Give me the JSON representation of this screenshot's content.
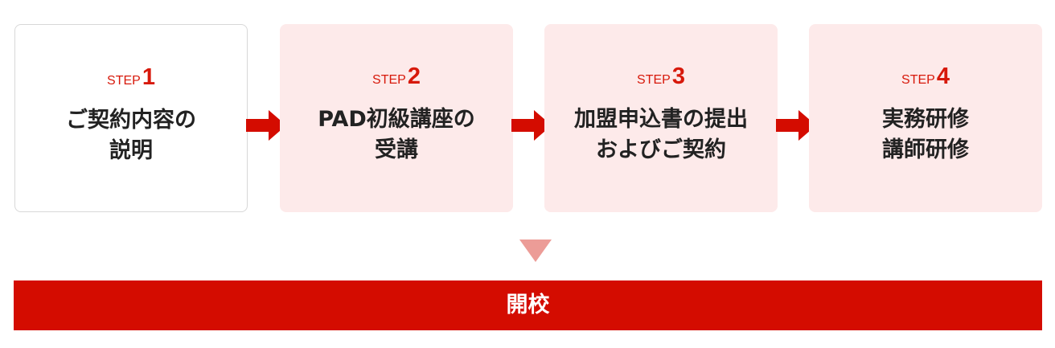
{
  "steps": [
    {
      "step_label": "STEP",
      "number": "1",
      "title_lines": [
        "ご契約内容の",
        "説明"
      ]
    },
    {
      "step_label": "STEP",
      "number": "2",
      "title_lines": [
        "PAD初級講座の",
        "受講"
      ]
    },
    {
      "step_label": "STEP",
      "number": "3",
      "title_lines": [
        "加盟申込書の提出",
        "およびご契約"
      ]
    },
    {
      "step_label": "STEP",
      "number": "4",
      "title_lines": [
        "実務研修",
        "講師研修"
      ]
    }
  ],
  "result": {
    "label": "開校"
  },
  "colors": {
    "accent_red": "#d40c00",
    "step_label_red": "#d7190b",
    "card_pink": "#fdeaea",
    "down_arrow_pink": "#ec9c97",
    "text_dark": "#222222"
  },
  "icons": {
    "step_connector": "right-arrow-icon",
    "result_connector": "down-triangle-icon"
  }
}
